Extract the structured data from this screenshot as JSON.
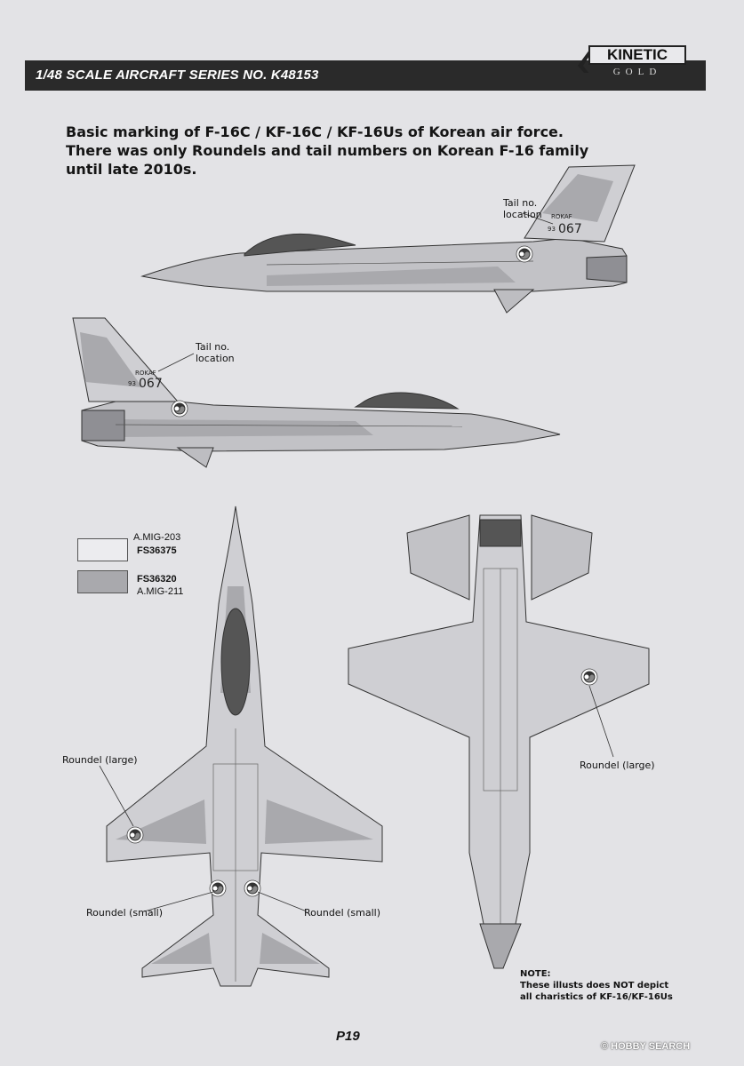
{
  "header": {
    "series_title": "1/48 SCALE  AIRCRAFT  SERIES NO. K48153",
    "logo_brand": "KINETIC",
    "logo_sub": "GOLD"
  },
  "intro": {
    "line1": "Basic marking of F-16C / KF-16C / KF-16Us of Korean air force.",
    "line2": "There was only Roundels and tail numbers on Korean F-16 family",
    "line3": "until late 2010s."
  },
  "side_view_right": {
    "tail_label_1": "Tail no.",
    "tail_label_2": "location",
    "tail_rokaf": "ROKAF",
    "tail_small_no": "93",
    "tail_no": "067"
  },
  "side_view_left": {
    "tail_label_1": "Tail no.",
    "tail_label_2": "location",
    "tail_rokaf": "ROKAF",
    "tail_small_no": "93",
    "tail_no": "067"
  },
  "legend": {
    "light": {
      "name": "A.MIG-203",
      "code": "FS36375",
      "color": "#ececef"
    },
    "dark": {
      "code": "FS36320",
      "name": "A.MIG-211",
      "color": "#a9a9ad"
    }
  },
  "top_view": {
    "roundel_large": "Roundel (large)",
    "roundel_small_left": "Roundel (small)",
    "roundel_small_right": "Roundel (small)"
  },
  "bottom_view": {
    "roundel_large": "Roundel (large)"
  },
  "note": {
    "title": "NOTE:",
    "line1": "These illusts does NOT depict",
    "line2": "all charistics of KF-16/KF-16Us"
  },
  "page_number": "P19",
  "watermark": "© HOBBY SEARCH"
}
